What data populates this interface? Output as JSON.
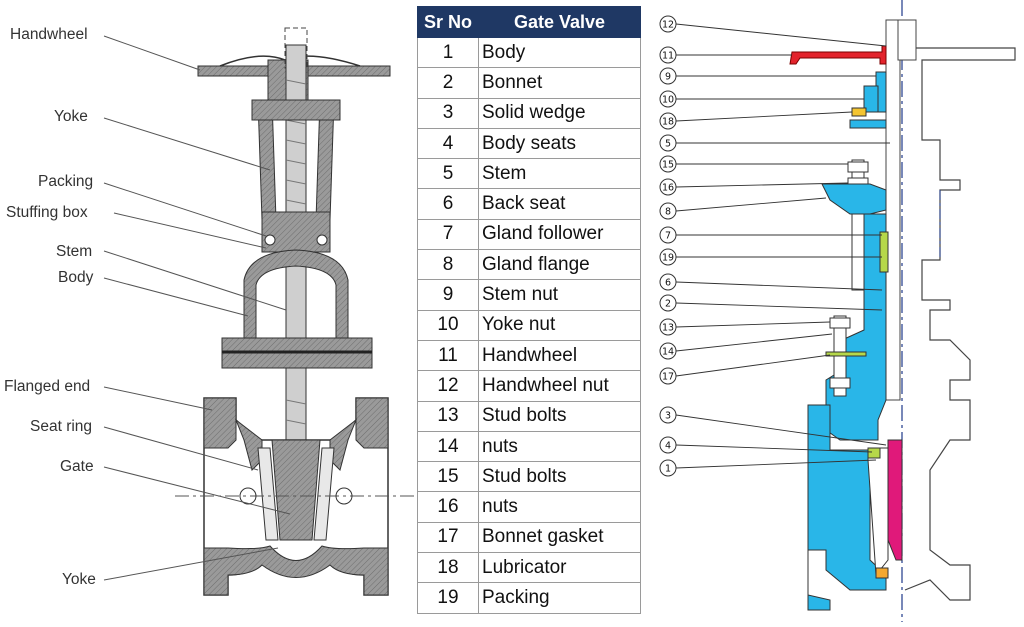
{
  "left_labels": [
    "Handwheel",
    "Yoke",
    "Packing",
    "Stuffing box",
    "Stem",
    "Body",
    "Flanged end",
    "Seat ring",
    "Gate",
    "Yoke"
  ],
  "table": {
    "headers": [
      "Sr No",
      "Gate Valve"
    ],
    "rows": [
      [
        "1",
        "Body"
      ],
      [
        "2",
        "Bonnet"
      ],
      [
        "3",
        "Solid wedge"
      ],
      [
        "4",
        "Body seats"
      ],
      [
        "5",
        "Stem"
      ],
      [
        "6",
        "Back seat"
      ],
      [
        "7",
        "Gland follower"
      ],
      [
        "8",
        "Gland flange"
      ],
      [
        "9",
        "Stem nut"
      ],
      [
        "10",
        "Yoke nut"
      ],
      [
        "11",
        "Handwheel"
      ],
      [
        "12",
        "Handwheel nut"
      ],
      [
        "13",
        "Stud bolts"
      ],
      [
        "14",
        "nuts"
      ],
      [
        "15",
        "Stud bolts"
      ],
      [
        "16",
        "nuts"
      ],
      [
        "17",
        "Bonnet gasket"
      ],
      [
        "18",
        "Lubricator"
      ],
      [
        "19",
        "Packing"
      ]
    ]
  },
  "callouts": [
    "12",
    "11",
    "9",
    "10",
    "18",
    "5",
    "15",
    "16",
    "8",
    "7",
    "19",
    "6",
    "2",
    "13",
    "14",
    "17",
    "3",
    "4",
    "1"
  ],
  "colors": {
    "body_blue": "#29b6e8",
    "wedge_magenta": "#e0197a",
    "handwheel_red": "#e3232c",
    "packing_green": "#b6d84a",
    "lubricator_yellow": "#f4c430",
    "header_navy": "#1f3864",
    "section_gray": "#8c8c8c"
  }
}
